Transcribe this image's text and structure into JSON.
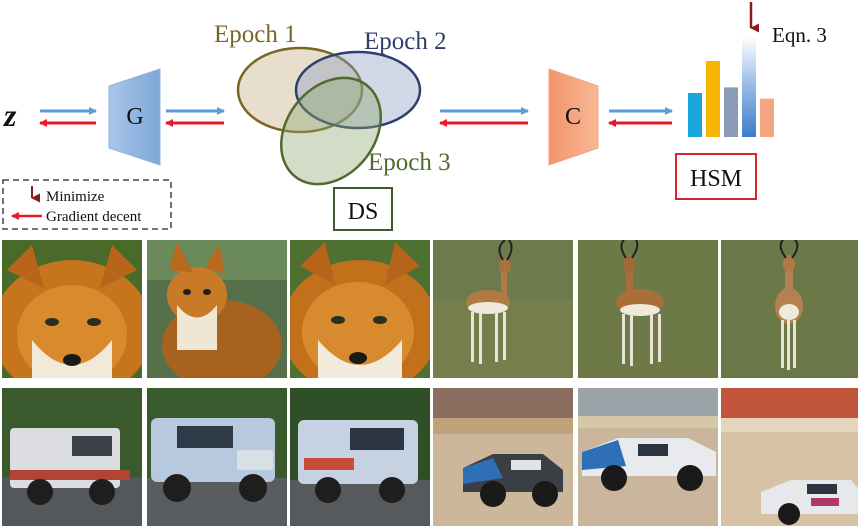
{
  "diagram": {
    "z_label": "z",
    "generator_label": "G",
    "classifier_label": "C",
    "epochs": [
      "Epoch 1",
      "Epoch 2",
      "Epoch 3"
    ],
    "ds_label": "DS",
    "hsm_label": "HSM",
    "eqn_label": "Eqn. 3",
    "legend": {
      "minimize": "Minimize",
      "gradient": "Gradient decent"
    }
  },
  "colors": {
    "forward_arrow": "#5b9bd5",
    "backward_arrow": "#e8192c",
    "minimize_arrow": "#8b1a1a",
    "generator_fill": "#8fb3df",
    "classifier_fill": "#f4a582",
    "epoch1": "#7a6620",
    "epoch2": "#2e3f6e",
    "epoch3": "#4f6b2d",
    "hsm_border": "#d6252b",
    "ds_border": "#3d5a2a",
    "bars": [
      "#1aa7e0",
      "#f5b400",
      "#8a9bb8",
      "#5e8fcf",
      "#f4a582"
    ]
  },
  "bars": [
    0.55,
    0.95,
    0.62,
    1.25,
    0.48
  ],
  "images": {
    "row1": [
      "fox-closeup",
      "fox-sitting",
      "fox-closeup-2",
      "gazelle-1",
      "gazelle-2",
      "gazelle-3"
    ],
    "row2": [
      "truck-1",
      "truck-2",
      "truck-3",
      "racecar-1",
      "racecar-2",
      "racecar-3"
    ]
  }
}
